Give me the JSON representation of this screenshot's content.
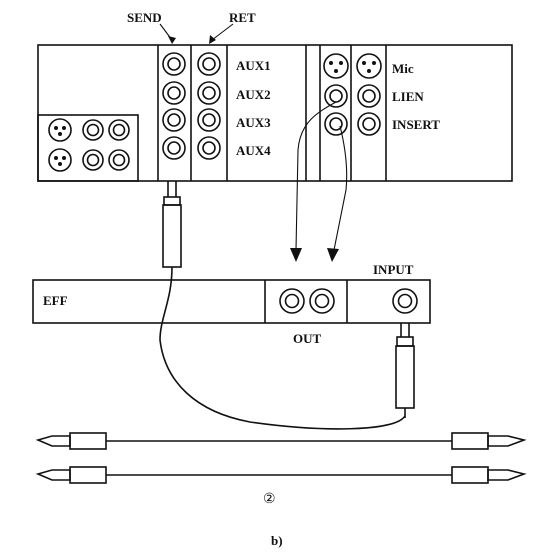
{
  "mixer": {
    "send_label": "SEND",
    "ret_label": "RET",
    "aux_labels": [
      "AUX1",
      "AUX2",
      "AUX3",
      "AUX4"
    ],
    "channel_labels": [
      "Mic",
      "LIEN",
      "INSERT"
    ]
  },
  "effects_unit": {
    "name_label": "EFF",
    "output_label": "OUT",
    "input_label": "INPUT"
  },
  "cables_marker": "②",
  "caption": "b)"
}
